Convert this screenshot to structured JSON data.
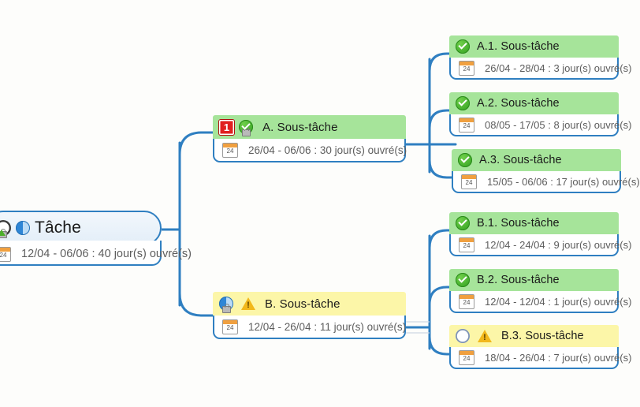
{
  "diagram": {
    "type": "mind-map",
    "language": "fr",
    "colors": {
      "connector": "#2f7fc1",
      "node_border": "#2f7fc1",
      "green_header": "#a6e49a",
      "yellow_header": "#fcf6a8",
      "root_fill": "#e9f2fa",
      "priority_red": "#e02020",
      "warning_yellow": "#f2b81b",
      "background": "#fdfdfb"
    }
  },
  "root": {
    "title": "Tâche",
    "date": "12/04 - 06/06 : 40 jour(s) ouvré(s)",
    "icons": [
      "recycle-icon",
      "lock-icon",
      "progress-pie-icon"
    ]
  },
  "branches": [
    {
      "title": "A. Sous-tâche",
      "date": "26/04 - 06/06 : 30 jour(s) ouvré(s)",
      "color": "green",
      "priority": "1",
      "icons": [
        "priority-1-icon",
        "check-icon",
        "lock-icon"
      ],
      "children": [
        {
          "title": "A.1. Sous-tâche",
          "date": "26/04 - 28/04 : 3 jour(s) ouvré(s)",
          "color": "green",
          "icons": [
            "check-icon"
          ]
        },
        {
          "title": "A.2. Sous-tâche",
          "date": "08/05 - 17/05 : 8 jour(s) ouvré(s)",
          "color": "green",
          "icons": [
            "check-icon"
          ]
        },
        {
          "title": "A.3. Sous-tâche",
          "date": "15/05 - 06/06 : 17 jour(s) ouvré(s)",
          "color": "green",
          "icons": [
            "check-icon"
          ]
        }
      ]
    },
    {
      "title": "B. Sous-tâche",
      "date": "12/04 - 26/04 : 11 jour(s) ouvré(s)",
      "color": "yellow",
      "icons": [
        "progress-pie-icon",
        "lock-icon",
        "warning-icon"
      ],
      "children": [
        {
          "title": "B.1. Sous-tâche",
          "date": "12/04 - 24/04 : 9 jour(s) ouvré(s)",
          "color": "green",
          "icons": [
            "check-icon"
          ]
        },
        {
          "title": "B.2. Sous-tâche",
          "date": "12/04 - 12/04 : 1 jour(s) ouvré(s)",
          "color": "green",
          "icons": [
            "check-icon"
          ]
        },
        {
          "title": "B.3. Sous-tâche",
          "date": "18/04 - 26/04 : 7 jour(s) ouvré(s)",
          "color": "yellow",
          "icons": [
            "empty-circle-icon",
            "warning-icon"
          ]
        }
      ]
    }
  ]
}
